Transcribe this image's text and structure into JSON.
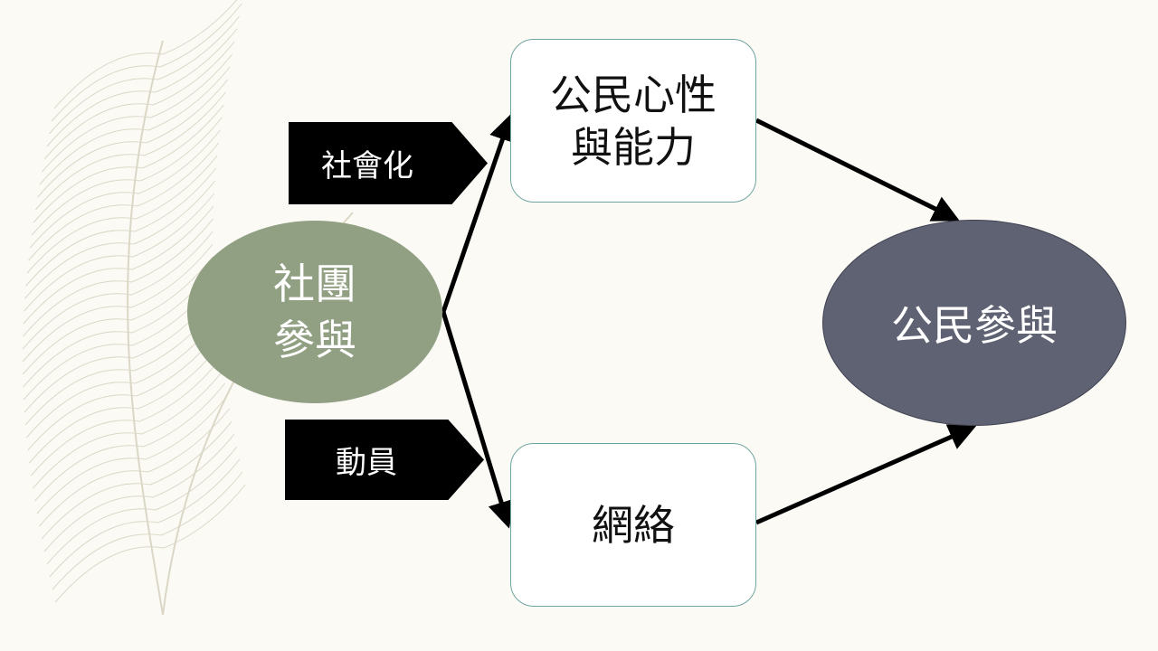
{
  "nodes": {
    "club": {
      "line1": "社團",
      "line2": "參與"
    },
    "civic_skills": {
      "line1": "公民心性",
      "line2": "與能力"
    },
    "network": {
      "label": "網絡"
    },
    "civic_participation": {
      "label": "公民參與"
    }
  },
  "edges": {
    "socialization": "社會化",
    "mobilization": "動員"
  },
  "colors": {
    "club": "#919f83",
    "civic": "#5f6272",
    "background": "#fbfaf5"
  }
}
